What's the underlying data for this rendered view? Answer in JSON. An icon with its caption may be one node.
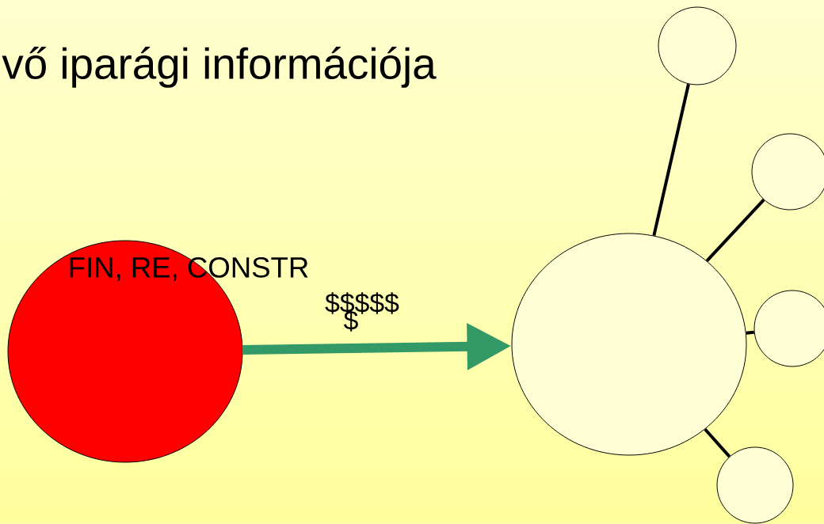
{
  "diagram": {
    "title": "vő iparági információja",
    "nodes": [
      {
        "text": [
          "FIN, RE, CONSTR"
        ]
      },
      {
        "text": [],
        "shape": "circle"
      },
      {
        "text": [],
        "shape": "circle"
      },
      {
        "text": [],
        "shape": "circle"
      },
      {
        "text": [],
        "shape": "circle"
      },
      {
        "text": [],
        "shape": "circle"
      }
    ],
    "edges": [
      {
        "from": 0,
        "to": 1,
        "arrow": "to",
        "label": "$$$$$",
        "style": "thick",
        "color": "#339966"
      },
      {
        "from": 1,
        "to": 2,
        "arrow": "none"
      },
      {
        "from": 1,
        "to": 3,
        "arrow": "none"
      },
      {
        "from": 1,
        "to": 4,
        "arrow": "none"
      },
      {
        "from": 1,
        "to": 5,
        "arrow": "none"
      }
    ],
    "labels": [
      "$"
    ]
  }
}
